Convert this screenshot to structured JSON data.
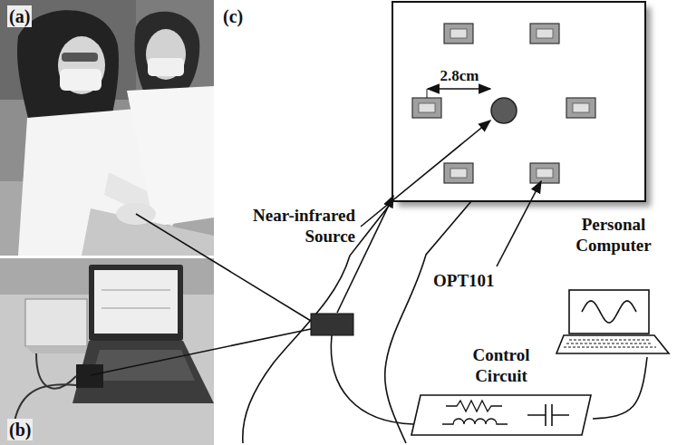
{
  "diagram": {
    "nodes": [
      {
        "text": [
          "Personal Computer"
        ]
      },
      {
        "text": [
          "Control Circuit"
        ]
      }
    ],
    "edges": [
      {
        "from": 1,
        "to": 0,
        "arrow": "none"
      }
    ],
    "labels": [
      "(a)",
      "(c)",
      "2.8cm",
      "Near-infrared Source",
      "OPT101",
      "(b)"
    ]
  }
}
